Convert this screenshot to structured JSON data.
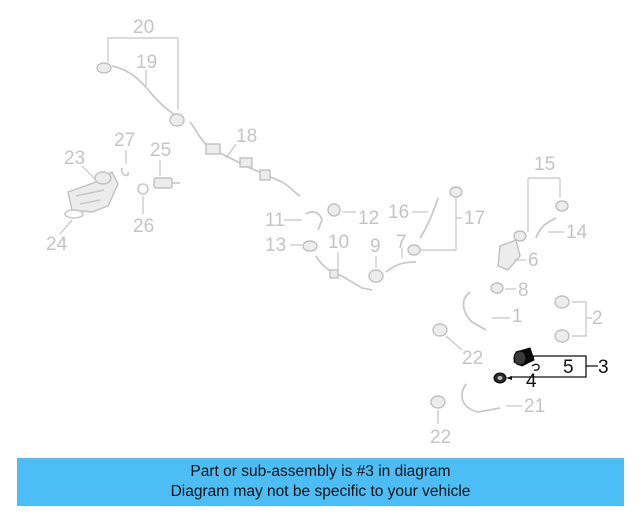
{
  "diagram": {
    "callouts": {
      "c1": "1",
      "c2": "2",
      "c3": "3",
      "c4": "4",
      "c5": "5",
      "c6": "6",
      "c7": "7",
      "c8": "8",
      "c9": "9",
      "c10": "10",
      "c11": "11",
      "c12": "12",
      "c13": "13",
      "c14": "14",
      "c15": "15",
      "c16": "16",
      "c17": "17",
      "c18": "18",
      "c19": "19",
      "c20": "20",
      "c21": "21",
      "c22a": "22",
      "c22b": "22",
      "c23": "23",
      "c24": "24",
      "c25": "25",
      "c26": "26",
      "c27": "27"
    },
    "highlighted_part": "3",
    "highlight_color": "#111111",
    "faded_color": "#c4c4c4"
  },
  "banner": {
    "line1": "Part or sub-assembly is #3 in diagram",
    "line2": "Diagram may not be specific to your vehicle",
    "background": "#4dbdf5"
  }
}
